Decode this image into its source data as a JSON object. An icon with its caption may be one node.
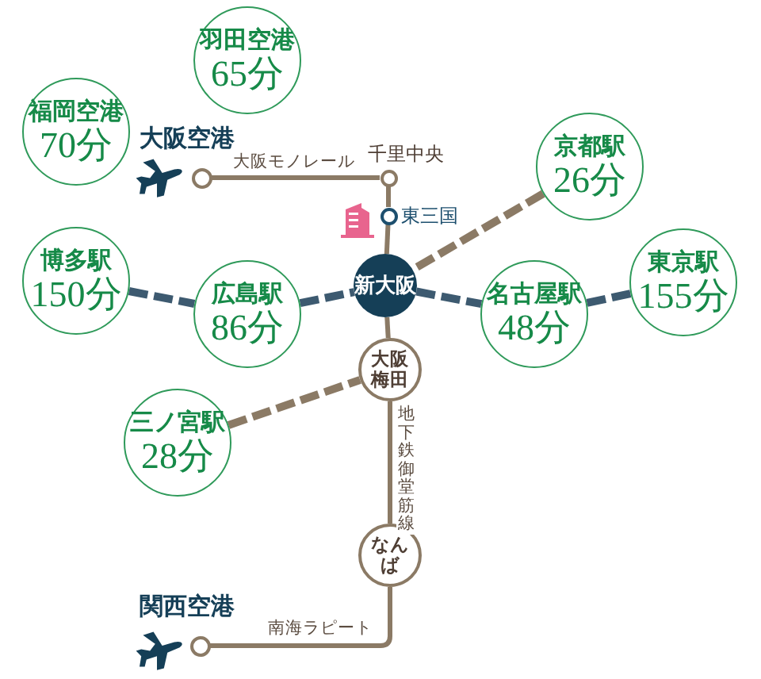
{
  "diagram": {
    "nodes": [
      {
        "text": [
          "羽田空港",
          "65分"
        ]
      },
      {
        "text": [
          "福岡空港",
          "70分"
        ]
      },
      {
        "text": [
          "大阪空港"
        ]
      },
      {
        "text": [
          "千里中央"
        ]
      },
      {
        "text": [
          "京都駅",
          "26分"
        ]
      },
      {
        "text": [
          "東三国"
        ]
      },
      {
        "text": [
          "博多駅",
          "150分"
        ]
      },
      {
        "text": [
          "新大阪"
        ]
      },
      {
        "text": [
          "広島駅",
          "86分"
        ]
      },
      {
        "text": [
          "名古屋駅",
          "48分"
        ]
      },
      {
        "text": [
          "東京駅",
          "155分"
        ]
      },
      {
        "text": [
          "大阪梅田"
        ]
      },
      {
        "text": [
          "三ノ宮駅",
          "28分"
        ]
      },
      {
        "text": [
          "なんば"
        ]
      },
      {
        "text": [
          "関西空港"
        ]
      }
    ],
    "edges": [
      {
        "from": 2,
        "to": 3,
        "arrow": "none",
        "label": "大阪モノレール"
      },
      {
        "from": 3,
        "to": 5,
        "arrow": "none"
      },
      {
        "from": 5,
        "to": 7,
        "arrow": "none"
      },
      {
        "from": 4,
        "to": 7,
        "arrow": "none",
        "style": "dashed"
      },
      {
        "from": 6,
        "to": 8,
        "arrow": "none",
        "style": "dashed",
        "color": "#3d5a70"
      },
      {
        "from": 8,
        "to": 7,
        "arrow": "none",
        "style": "dashed",
        "color": "#3d5a70"
      },
      {
        "from": 7,
        "to": 9,
        "arrow": "none",
        "style": "dashed",
        "color": "#3d5a70"
      },
      {
        "from": 9,
        "to": 10,
        "arrow": "none",
        "style": "dashed",
        "color": "#3d5a70"
      },
      {
        "from": 7,
        "to": 11,
        "arrow": "none"
      },
      {
        "from": 12,
        "to": 11,
        "arrow": "none",
        "style": "dashed"
      },
      {
        "from": 11,
        "to": 13,
        "arrow": "none",
        "label": "地下鉄御堂筋線"
      },
      {
        "from": 13,
        "to": 14,
        "arrow": "none",
        "label": "南海ラピート"
      }
    ]
  }
}
